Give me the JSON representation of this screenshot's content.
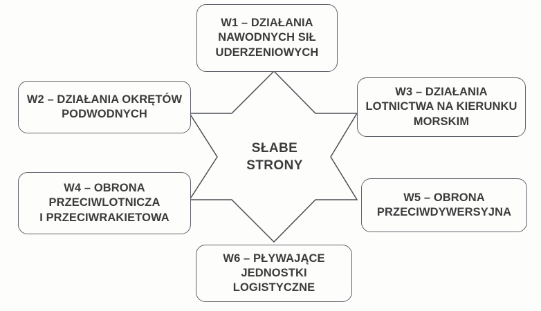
{
  "diagram": {
    "type": "swot-star-diagram",
    "center": {
      "line1": "SŁABE",
      "line2": "STRONY"
    },
    "style": {
      "background_color": "#fdfdfc",
      "stroke_color": "#5d6168",
      "text_color": "#3b3b3b",
      "star_stroke_color": "#4a4f55"
    },
    "nodes": [
      {
        "id": "w1",
        "code": "W1",
        "label": "W1 – DZIAŁANIA\nNAWODNYCH SIŁ\nUDERZENIOWYCH",
        "position": "top"
      },
      {
        "id": "w2",
        "code": "W2",
        "label": "W2 – DZIAŁANIA OKRĘTÓW\nPODWODNYCH",
        "position": "upper-left"
      },
      {
        "id": "w3",
        "code": "W3",
        "label": "W3 – DZIAŁANIA\nLOTNICTWA NA KIERUNKU\nMORSKIM",
        "position": "upper-right"
      },
      {
        "id": "w4",
        "code": "W4",
        "label": "W4 – OBRONA\nPRZECIWLOTNICZA\nI PRZECIWRAKIETOWA",
        "position": "lower-left"
      },
      {
        "id": "w5",
        "code": "W5",
        "label": "W5 – OBRONA\nPRZECIWDYWERSYJNA",
        "position": "lower-right"
      },
      {
        "id": "w6",
        "code": "W6",
        "label": "W6 – PŁYWAJĄCE\nJEDNOSTKI LOGISTYCZNE",
        "position": "bottom"
      }
    ]
  }
}
